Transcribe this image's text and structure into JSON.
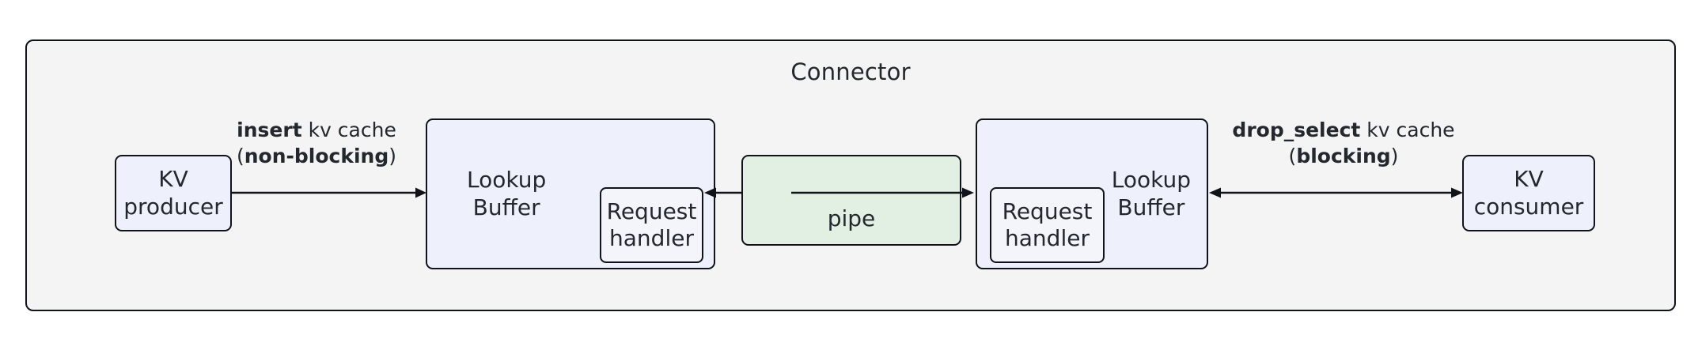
{
  "diagram": {
    "type": "block-diagram",
    "container": {
      "title": "Connector",
      "fill_color": "#f4f4f4",
      "border_color": "#11131a"
    },
    "colors": {
      "node_fill": "#eef1fb",
      "handler_fill": "#f3f5fb",
      "pipe_fill": "#e2f0e3",
      "stroke": "#11131a",
      "text": "#23272e"
    },
    "nodes": {
      "kv_producer": {
        "label": "KV\nproducer"
      },
      "kv_consumer": {
        "label": "KV\nconsumer"
      },
      "lookup_buffer_left": {
        "label": "Lookup\nBuffer"
      },
      "lookup_buffer_right": {
        "label": "Lookup\nBuffer"
      },
      "request_handler_left": {
        "label": "Request\nhandler"
      },
      "request_handler_right": {
        "label": "Request\nhandler"
      },
      "pipe": {
        "label": "pipe"
      }
    },
    "edges": {
      "insert": {
        "bold_text": "insert",
        "rest_text": " kv cache",
        "paren_open": "(",
        "mode_text": "non-blocking",
        "paren_close": ")",
        "direction": "right"
      },
      "drop_select": {
        "bold_text": "drop_select",
        "rest_text": " kv cache",
        "paren_open": "(",
        "mode_text": "blocking",
        "paren_close": ")",
        "direction": "bidirectional"
      },
      "pipe_left": {
        "direction": "left"
      },
      "pipe_right": {
        "direction": "right"
      }
    }
  }
}
